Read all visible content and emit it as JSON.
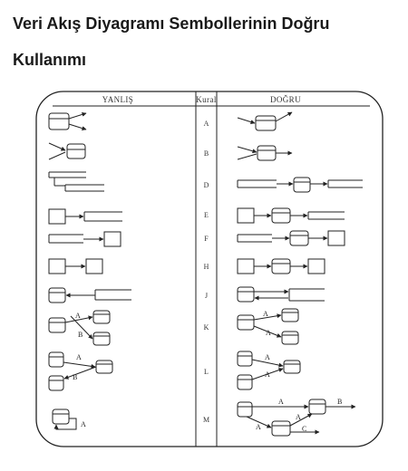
{
  "heading": {
    "line1": "Veri Akış Diyagramı Sembollerinin Doğru",
    "line2": "Kullanımı"
  },
  "table": {
    "header_wrong": "YANLIŞ",
    "header_rule": "Kural",
    "header_right": "DOĞRU",
    "rules": [
      "A",
      "B",
      "D",
      "E",
      "F",
      "H",
      "J",
      "K",
      "L",
      "M"
    ]
  },
  "flow_labels": {
    "wrong_k": [
      "A",
      "B"
    ],
    "wrong_l": [
      "A",
      "B"
    ],
    "wrong_m": [
      "A"
    ],
    "right_k": [
      "A",
      "A"
    ],
    "right_l": [
      "A",
      "A"
    ],
    "right_m": [
      "A",
      "B",
      "A",
      "A",
      "C"
    ]
  }
}
